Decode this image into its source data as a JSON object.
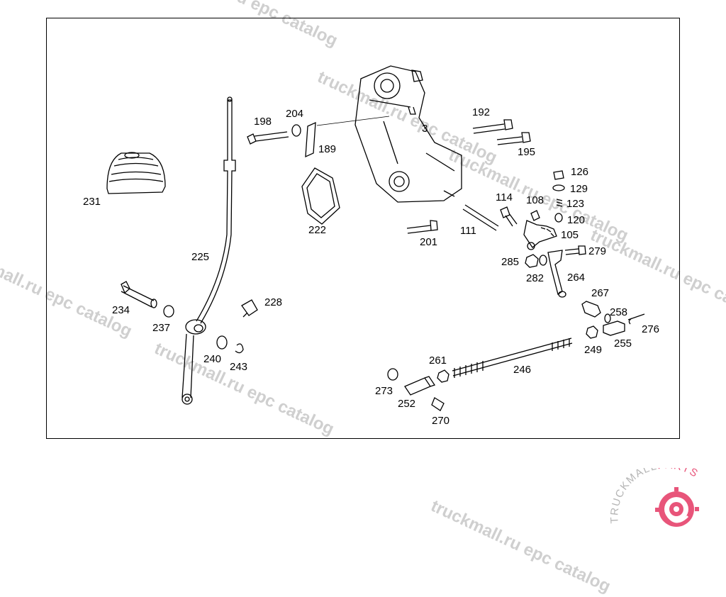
{
  "watermark": {
    "text": "truckmall.ru epc catalog",
    "color": "#cfcfcf"
  },
  "parts": [
    {
      "id": "p231",
      "label": "231"
    },
    {
      "id": "p225",
      "label": "225"
    },
    {
      "id": "p234",
      "label": "234"
    },
    {
      "id": "p237",
      "label": "237"
    },
    {
      "id": "p240",
      "label": "240"
    },
    {
      "id": "p243",
      "label": "243"
    },
    {
      "id": "p228",
      "label": "228"
    },
    {
      "id": "p198",
      "label": "198"
    },
    {
      "id": "p204",
      "label": "204"
    },
    {
      "id": "p189",
      "label": "189"
    },
    {
      "id": "p222",
      "label": "222"
    },
    {
      "id": "p3",
      "label": "3"
    },
    {
      "id": "p192",
      "label": "192"
    },
    {
      "id": "p195",
      "label": "195"
    },
    {
      "id": "p201",
      "label": "201"
    },
    {
      "id": "p111",
      "label": "111"
    },
    {
      "id": "p114",
      "label": "114"
    },
    {
      "id": "p108",
      "label": "108"
    },
    {
      "id": "p126",
      "label": "126"
    },
    {
      "id": "p129",
      "label": "129"
    },
    {
      "id": "p123",
      "label": "123"
    },
    {
      "id": "p120",
      "label": "120"
    },
    {
      "id": "p105",
      "label": "105"
    },
    {
      "id": "p279",
      "label": "279"
    },
    {
      "id": "p285",
      "label": "285"
    },
    {
      "id": "p282",
      "label": "282"
    },
    {
      "id": "p264",
      "label": "264"
    },
    {
      "id": "p267",
      "label": "267"
    },
    {
      "id": "p258",
      "label": "258"
    },
    {
      "id": "p276",
      "label": "276"
    },
    {
      "id": "p249",
      "label": "249"
    },
    {
      "id": "p255",
      "label": "255"
    },
    {
      "id": "p246",
      "label": "246"
    },
    {
      "id": "p261",
      "label": "261"
    },
    {
      "id": "p273",
      "label": "273"
    },
    {
      "id": "p252",
      "label": "252"
    },
    {
      "id": "p270",
      "label": "270"
    }
  ],
  "logo": {
    "brand_main": "TRUCKMALL",
    "brand_accent": "PARTS",
    "color_main": "#b5b5b5",
    "color_accent": "#e8557a",
    "icon": "gear-brake-disc-icon"
  }
}
